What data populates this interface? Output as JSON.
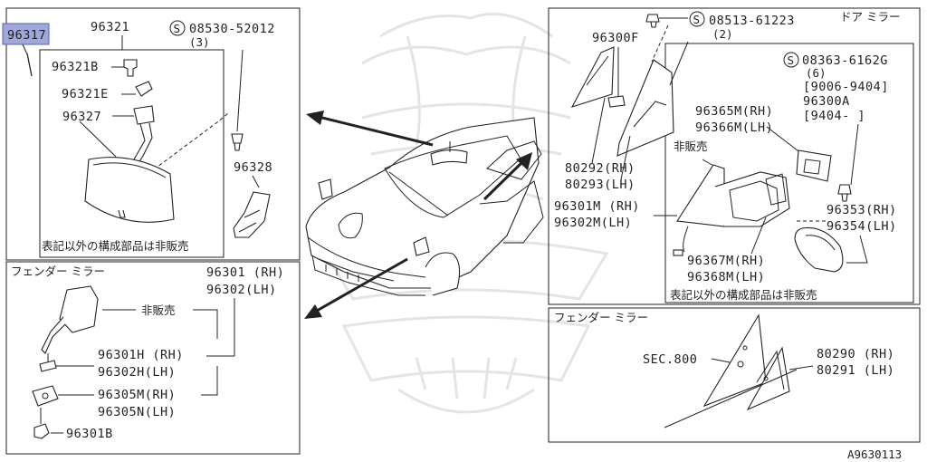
{
  "panels": {
    "mirror_inner": {
      "highlighted_part": "96317",
      "parts": {
        "p96321": "96321",
        "screw_code": "08530-52012",
        "screw_qty": "(3)",
        "p96321B": "96321B",
        "p96321E": "96321E",
        "p96327": "96327",
        "p96328": "96328"
      },
      "note": "表記以外の構成部品は非販売"
    },
    "fender_left": {
      "title": "フェンダー ミラー",
      "parts": {
        "p96301": "96301 (RH)",
        "p96302": "96302(LH)",
        "not_sold": "非販売",
        "p96301H": "96301H (RH)",
        "p96302H": "96302H(LH)",
        "p96305M": "96305M(RH)",
        "p96305N": "96305N(LH)",
        "p96301B": "96301B"
      }
    },
    "door_mirror": {
      "title": "ドア ミラー",
      "parts": {
        "screw1_code": "08513-61223",
        "screw1_qty": "(2)",
        "p96300F": "96300F",
        "screw2_code": "08363-6162G",
        "screw2_qty": "(6)",
        "range1": "[9006-9404]",
        "p96300A": "96300A",
        "range2": "[9404-      ]",
        "p96365M": "96365M(RH)",
        "p96366M": "96366M(LH)",
        "not_sold": "非販売",
        "p80292": "80292(RH)",
        "p80293": "80293(LH)",
        "p96301M": "96301M (RH)",
        "p96302M": "96302M(LH)",
        "p96353": "96353(RH)",
        "p96354": "96354(LH)",
        "p96367M": "96367M(RH)",
        "p96368M": "96368M(LH)"
      },
      "note": "表記以外の構成部品は非販売"
    },
    "fender_right": {
      "title": "フェンダー ミラー",
      "parts": {
        "sec": "SEC.800",
        "p80290": "80290 (RH)",
        "p80291": "80291 (LH)"
      }
    }
  },
  "screw_symbol": "S",
  "figure_code": "A9630113"
}
